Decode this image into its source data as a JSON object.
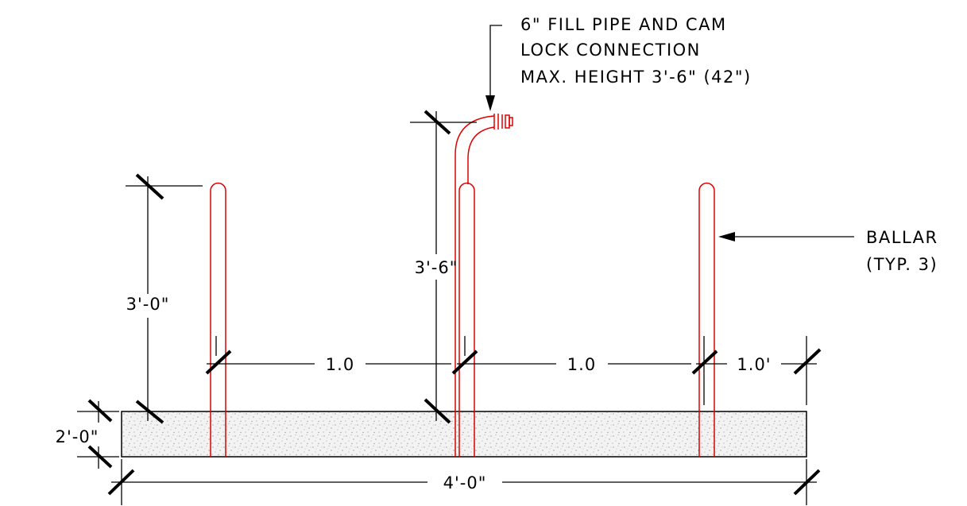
{
  "callouts": {
    "fill_pipe": [
      "6\" FILL PIPE AND CAM",
      "LOCK CONNECTION",
      "MAX. HEIGHT 3'-6\" (42\")"
    ],
    "ballard": [
      "BALLAR",
      "(TYP. 3)"
    ]
  },
  "dimensions": {
    "bollard_height": "3'-0\"",
    "fill_pipe_height": "3'-6\"",
    "spacing_left": "1.0",
    "spacing_middle": "1.0",
    "spacing_right": "1.0'",
    "slab_thickness": "2'-0\"",
    "slab_width": "4'-0\""
  },
  "colors": {
    "pipe": "#e00000",
    "lines": "#000000",
    "concrete": "#f2f2f2"
  }
}
